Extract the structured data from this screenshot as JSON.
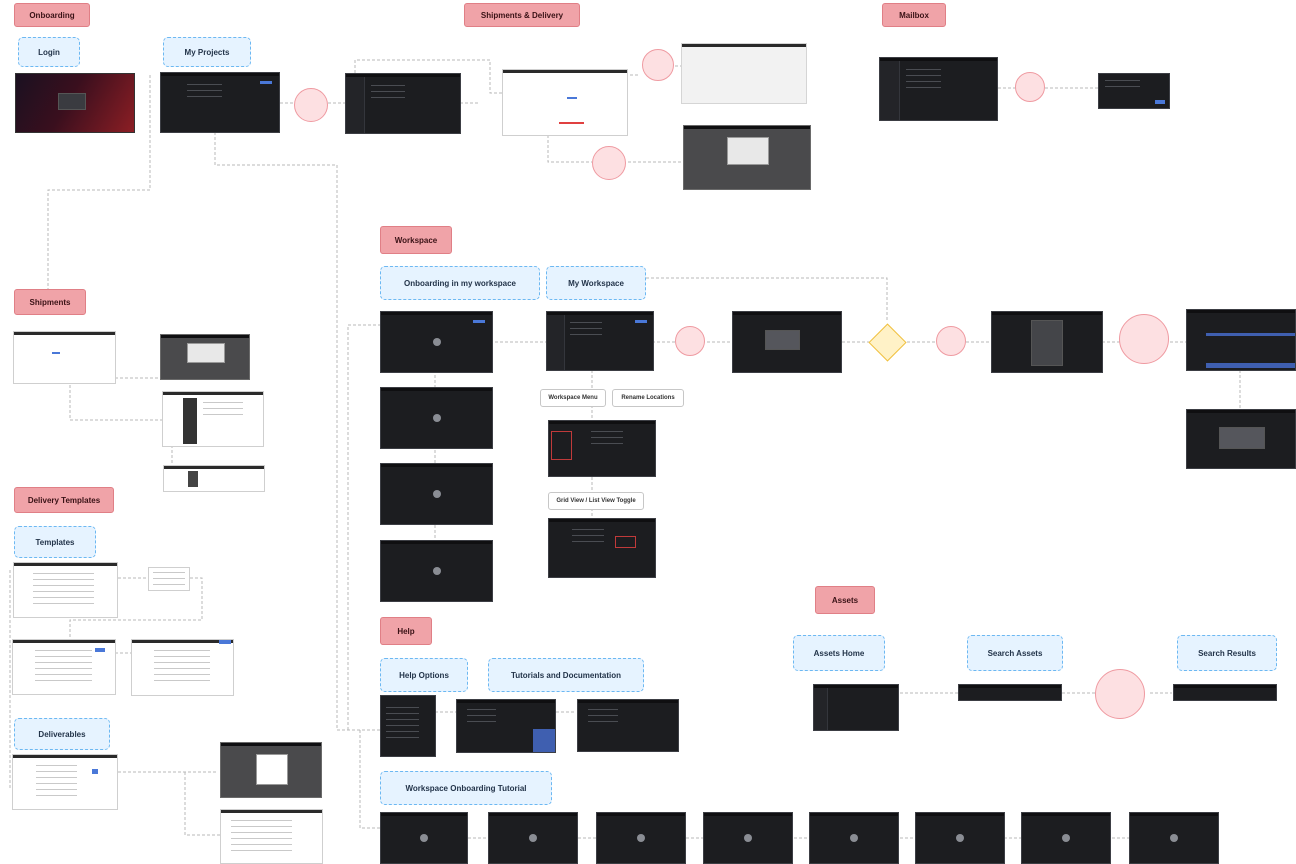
{
  "sections": {
    "onboarding": "Onboarding",
    "shipments_delivery": "Shipments & Delivery",
    "mailbox": "Mailbox",
    "shipments": "Shipments",
    "delivery_templates": "Delivery Templates",
    "workspace": "Workspace",
    "help": "Help",
    "assets": "Assets"
  },
  "subsections": {
    "login": "Login",
    "my_projects": "My Projects",
    "templates": "Templates",
    "deliverables": "Deliverables",
    "onboarding_workspace": "Onboarding in my workspace",
    "my_workspace": "My Workspace",
    "help_options": "Help Options",
    "tutorials_docs": "Tutorials and Documentation",
    "workspace_tutorial": "Workspace Onboarding Tutorial",
    "assets_home": "Assets Home",
    "search_assets": "Search Assets",
    "search_results": "Search Results"
  },
  "notes": {
    "workspace_menu": "Workspace Menu",
    "rename_locations": "Rename Locations",
    "grid_view_toggle": "Grid View / List View Toggle"
  },
  "colors": {
    "section_fill": "#f0a3a8",
    "subsection_fill": "#e6f3ff",
    "subsection_border": "#6cb8f2",
    "step_circle": "#fde0e2",
    "decision_fill": "#fff2c7",
    "screen_dark": "#1c1d20"
  }
}
